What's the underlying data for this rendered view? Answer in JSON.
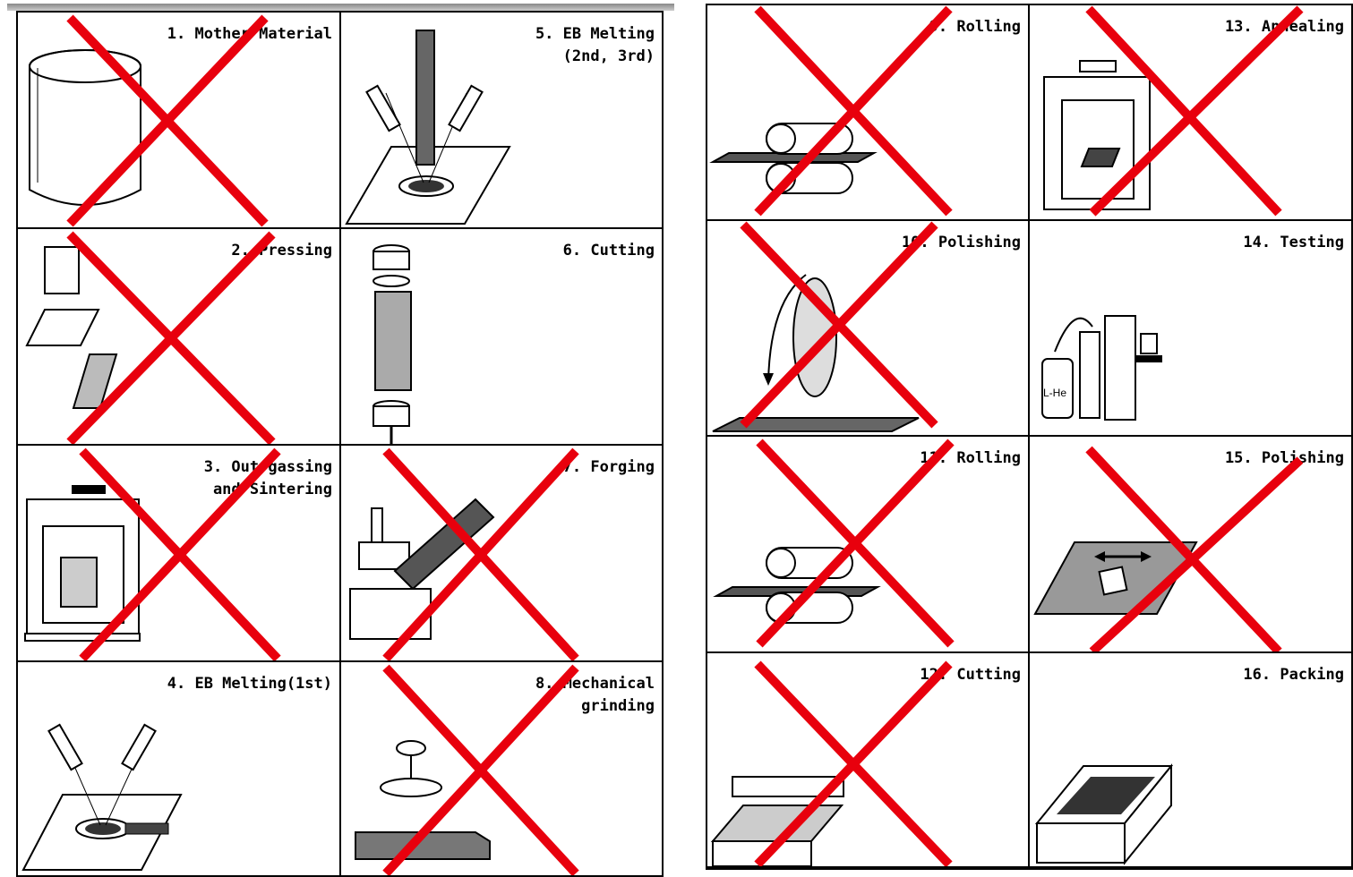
{
  "steps": {
    "s1": {
      "label": "1. Mother Material",
      "crossed": true
    },
    "s2": {
      "label": "2. Pressing",
      "crossed": true
    },
    "s3": {
      "label": "3. Out gassing\nand Sintering",
      "crossed": true
    },
    "s4": {
      "label": "4. EB Melting(1st)",
      "crossed": false
    },
    "s5": {
      "label": "5. EB Melting\n(2nd, 3rd)",
      "crossed": false
    },
    "s6": {
      "label": "6. Cutting",
      "crossed": false
    },
    "s7": {
      "label": "7. Forging",
      "crossed": true
    },
    "s8": {
      "label": "8. Mechanical\ngrinding",
      "crossed": true
    },
    "s9": {
      "label": "9. Rolling",
      "crossed": true
    },
    "s10": {
      "label": "10. Polishing",
      "crossed": true
    },
    "s11": {
      "label": "11. Rolling",
      "crossed": true
    },
    "s12": {
      "label": "12. Cutting",
      "crossed": true
    },
    "s13": {
      "label": "13. Annealing",
      "crossed": true
    },
    "s14": {
      "label": "14. Testing",
      "crossed": false
    },
    "s15": {
      "label": "15. Polishing",
      "crossed": true
    },
    "s16": {
      "label": "16. Packing",
      "crossed": false
    }
  },
  "testing_apparatus_label": "L-He",
  "colors": {
    "cross": "#e8000d",
    "line": "#000000"
  }
}
